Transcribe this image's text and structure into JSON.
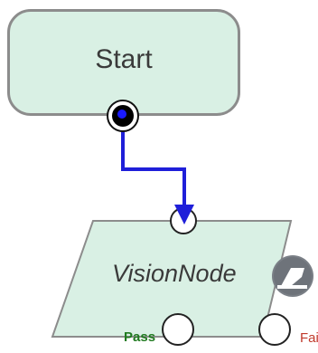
{
  "start_node": {
    "label": "Start"
  },
  "vision_node": {
    "label": "VisionNode",
    "badge_icon": "eraser-icon"
  },
  "ports": {
    "pass_label": "Pass",
    "fail_label": "Fai"
  },
  "colors": {
    "node_fill": "#d9f0e4",
    "node_border": "#8c8c8c",
    "connector": "#1f1fd9",
    "pass": "#1f7a1f",
    "fail": "#c0392b"
  }
}
